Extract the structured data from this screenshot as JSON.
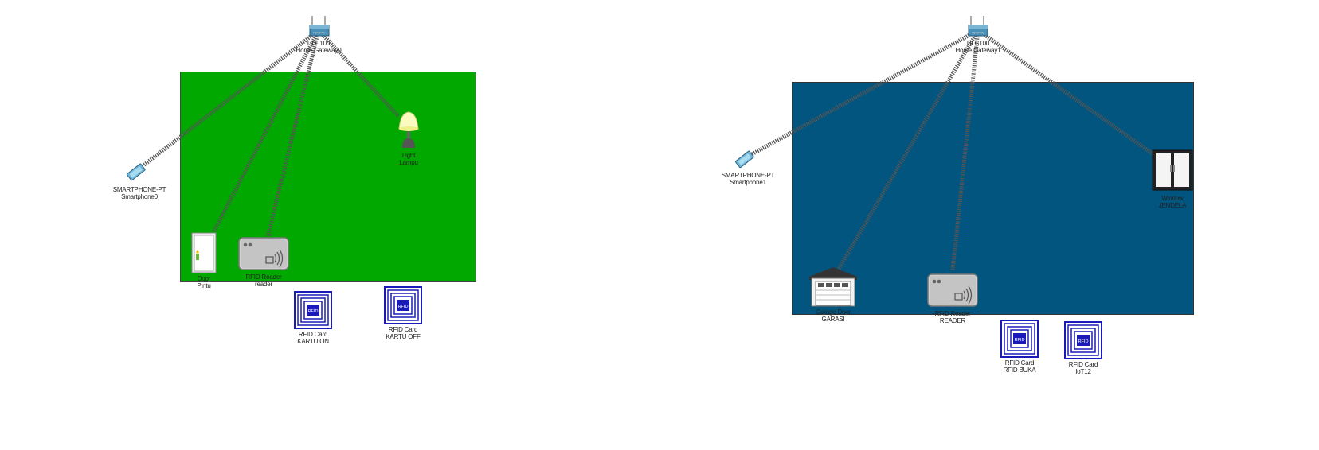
{
  "colors": {
    "zone_left": "#00a800",
    "zone_right": "#01557f",
    "link": "#555555",
    "rfid_blue": "#1a1ab8"
  },
  "devices": {
    "gateway0": {
      "model": "DLC100",
      "name": "Home Gateway0",
      "icon": "home-gateway-icon"
    },
    "gateway1": {
      "model": "DLC100",
      "name": "Home Gateway1",
      "icon": "home-gateway-icon"
    },
    "phone0": {
      "model": "SMARTPHONE-PT",
      "name": "Smartphone0",
      "icon": "smartphone-icon"
    },
    "phone1": {
      "model": "SMARTPHONE-PT",
      "name": "Smartphone1",
      "icon": "smartphone-icon"
    },
    "light": {
      "type": "Light",
      "name": "Lampu",
      "icon": "lamp-icon"
    },
    "door": {
      "type": "Door",
      "name": "Pintu",
      "icon": "door-icon"
    },
    "reader0": {
      "type": "RFID Reader",
      "name": "reader",
      "icon": "rfid-reader-icon"
    },
    "card_on": {
      "type": "RFID Card",
      "name": "KARTU ON",
      "icon": "rfid-card-icon"
    },
    "card_off": {
      "type": "RFID Card",
      "name": "KARTU OFF",
      "icon": "rfid-card-icon"
    },
    "garage": {
      "type": "Garage Door",
      "name": "GARASI",
      "icon": "garage-door-icon"
    },
    "reader1": {
      "type": "RFID Reader",
      "name": "READER",
      "icon": "rfid-reader-icon"
    },
    "window": {
      "type": "Window",
      "name": "JENDELA",
      "icon": "window-icon"
    },
    "card_buka": {
      "type": "RFID Card",
      "name": "RFID BUKA",
      "icon": "rfid-card-icon"
    },
    "card_iot": {
      "type": "RFID Card",
      "name": "IoT12",
      "icon": "rfid-card-icon"
    }
  },
  "gateway_badge": "Ngagetway",
  "rfid_card_text": "RFID"
}
